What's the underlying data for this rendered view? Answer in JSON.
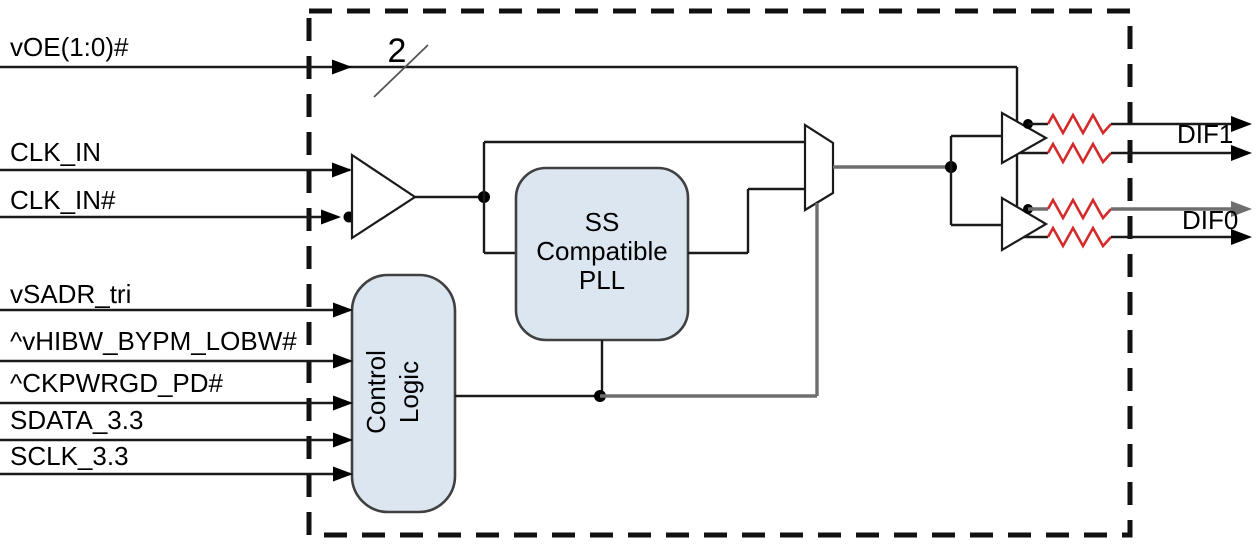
{
  "signals": {
    "bus_width_annotation": "2",
    "inputs": [
      {
        "label": "vOE(1:0)#"
      },
      {
        "label": "CLK_IN"
      },
      {
        "label": "CLK_IN#"
      },
      {
        "label": "vSADR_tri"
      },
      {
        "label": "^vHIBW_BYPM_LOBW#"
      },
      {
        "label": "^CKPWRGD_PD#"
      },
      {
        "label": "SDATA_3.3"
      },
      {
        "label": "SCLK_3.3"
      }
    ],
    "outputs": [
      {
        "label": "DIF1"
      },
      {
        "label": "DIF0"
      }
    ]
  },
  "blocks": {
    "pll": {
      "line1": "SS",
      "line2": "Compatible",
      "line3": "PLL"
    },
    "control_logic": {
      "line1": "Control",
      "line2": "Logic"
    }
  },
  "colors": {
    "wire": "#1a1a1a",
    "wire_secondary": "#6e6e6e",
    "resistor": "#d42a2a",
    "block_fill": "#dce6f1",
    "block_border": "#404040",
    "label_text": "#000000"
  }
}
